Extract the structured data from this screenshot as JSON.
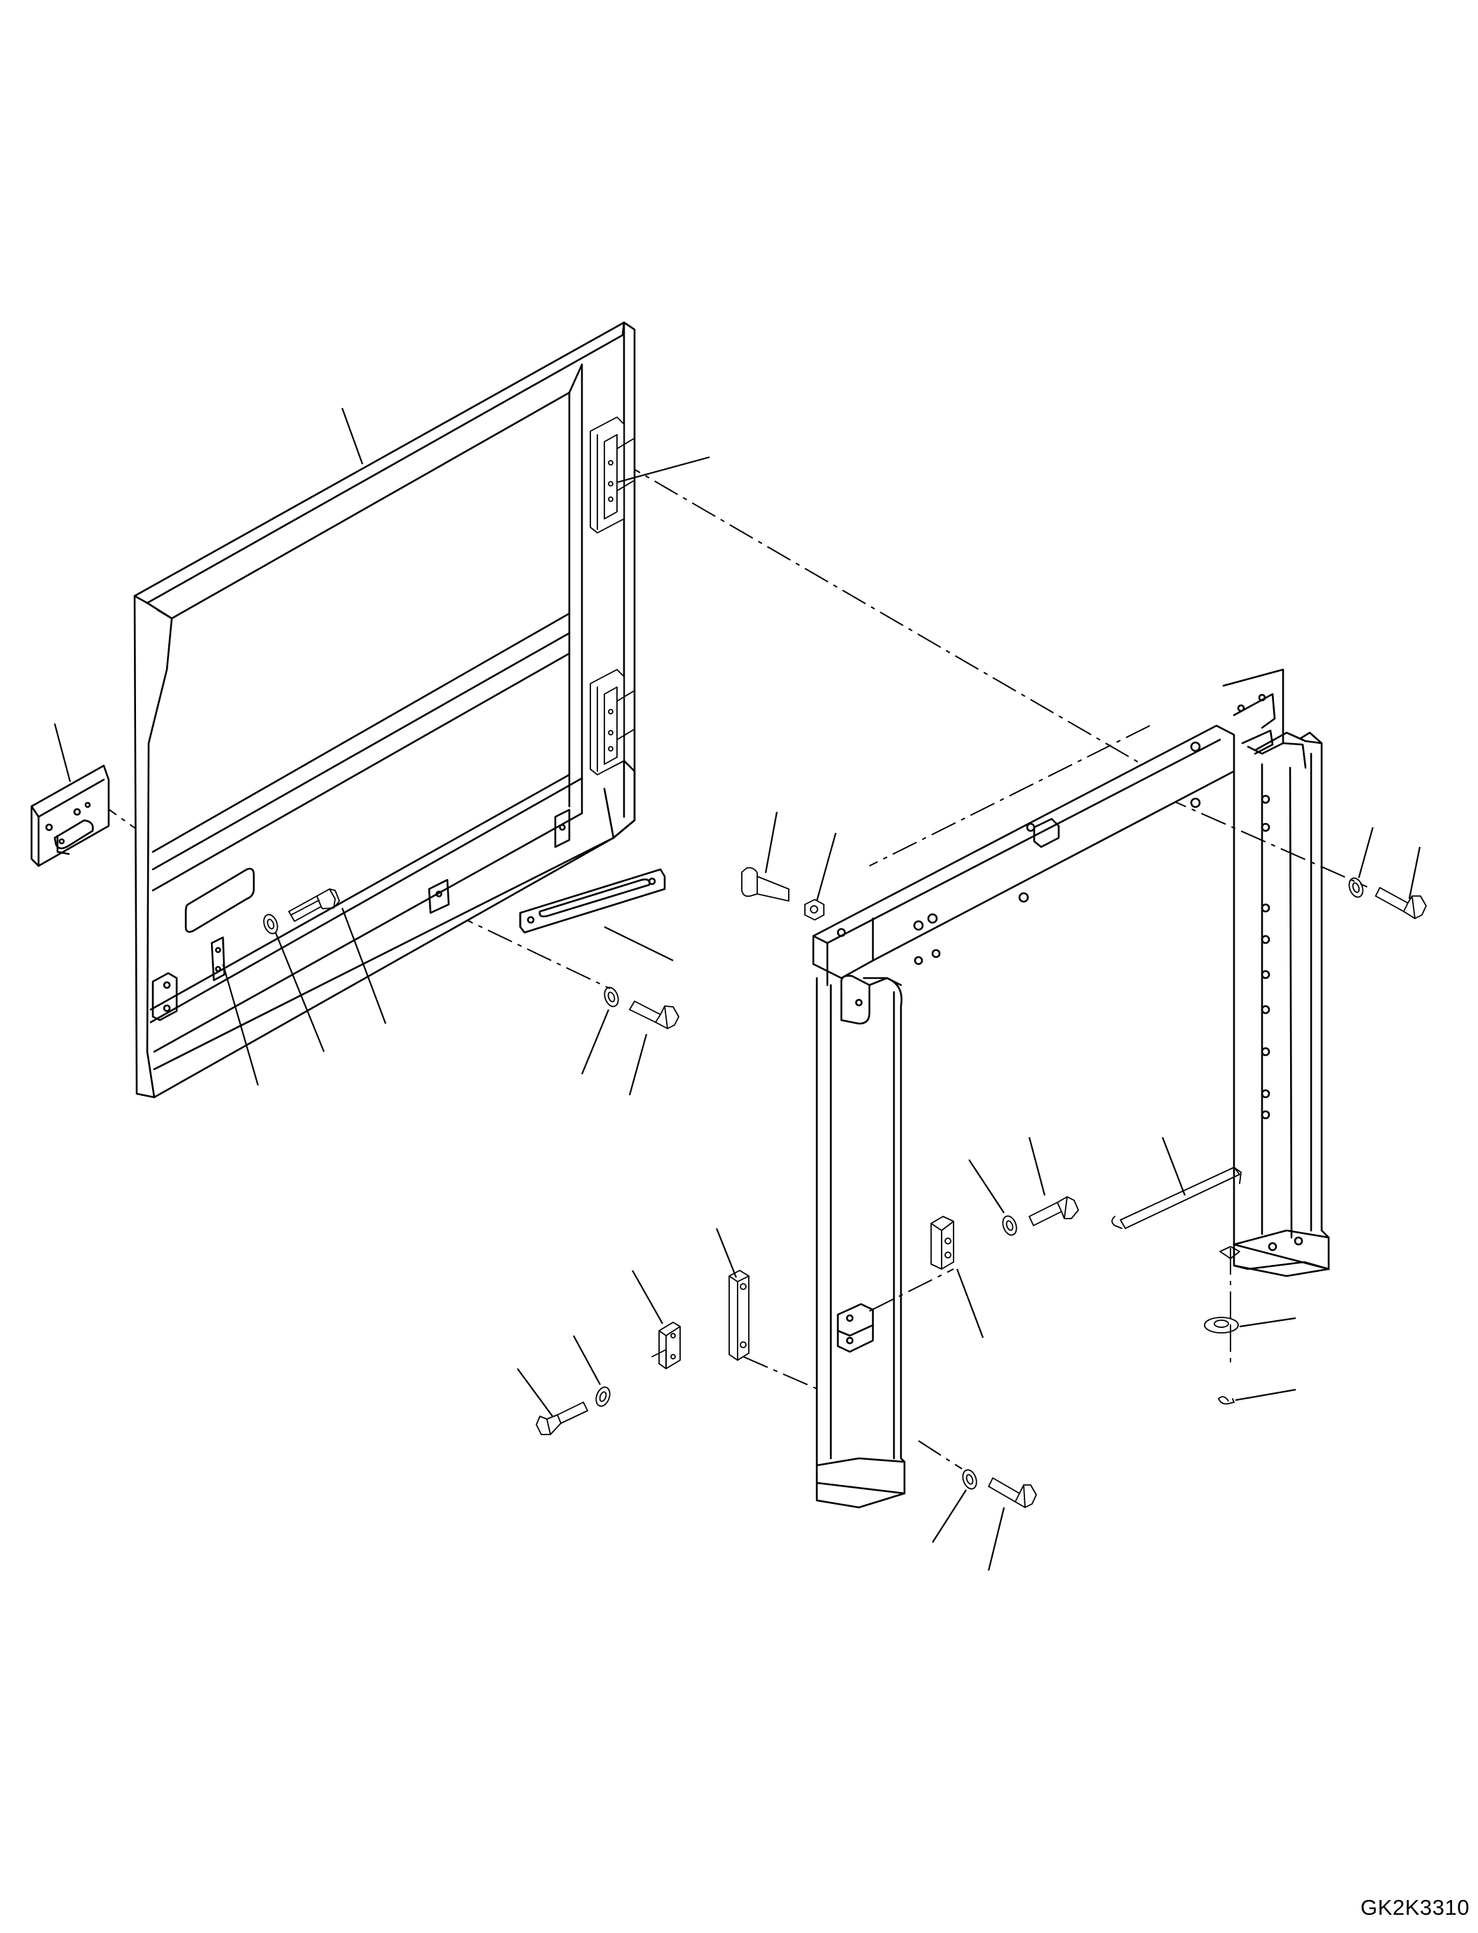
{
  "drawing": {
    "code": "GK2K3310"
  },
  "parts": [
    {
      "icon": "door-panel"
    },
    {
      "icon": "door-hinge"
    },
    {
      "icon": "latch-striker-plate"
    },
    {
      "icon": "guide-rail-bracket"
    },
    {
      "icon": "hex-bolt"
    },
    {
      "icon": "flat-washer"
    },
    {
      "icon": "frame-gate-post"
    },
    {
      "icon": "stay-rod"
    },
    {
      "icon": "retaining-clip"
    },
    {
      "icon": "stopper-bracket"
    },
    {
      "icon": "rubber-stopper"
    }
  ]
}
